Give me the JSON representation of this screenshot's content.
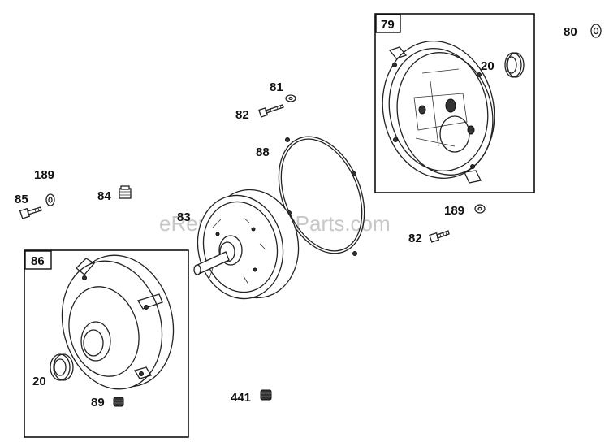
{
  "watermark": "eReplacementParts.com",
  "boxes": [
    {
      "id": "box-79",
      "label": "79"
    },
    {
      "id": "box-86",
      "label": "86"
    }
  ],
  "callouts": {
    "c80": "80",
    "c20_top": "20",
    "c81": "81",
    "c82_top": "82",
    "c88": "88",
    "c189_left": "189",
    "c85": "85",
    "c84": "84",
    "c83": "83",
    "c189_right": "189",
    "c82_right": "82",
    "c20_bottom": "20",
    "c89": "89",
    "c441": "441"
  }
}
